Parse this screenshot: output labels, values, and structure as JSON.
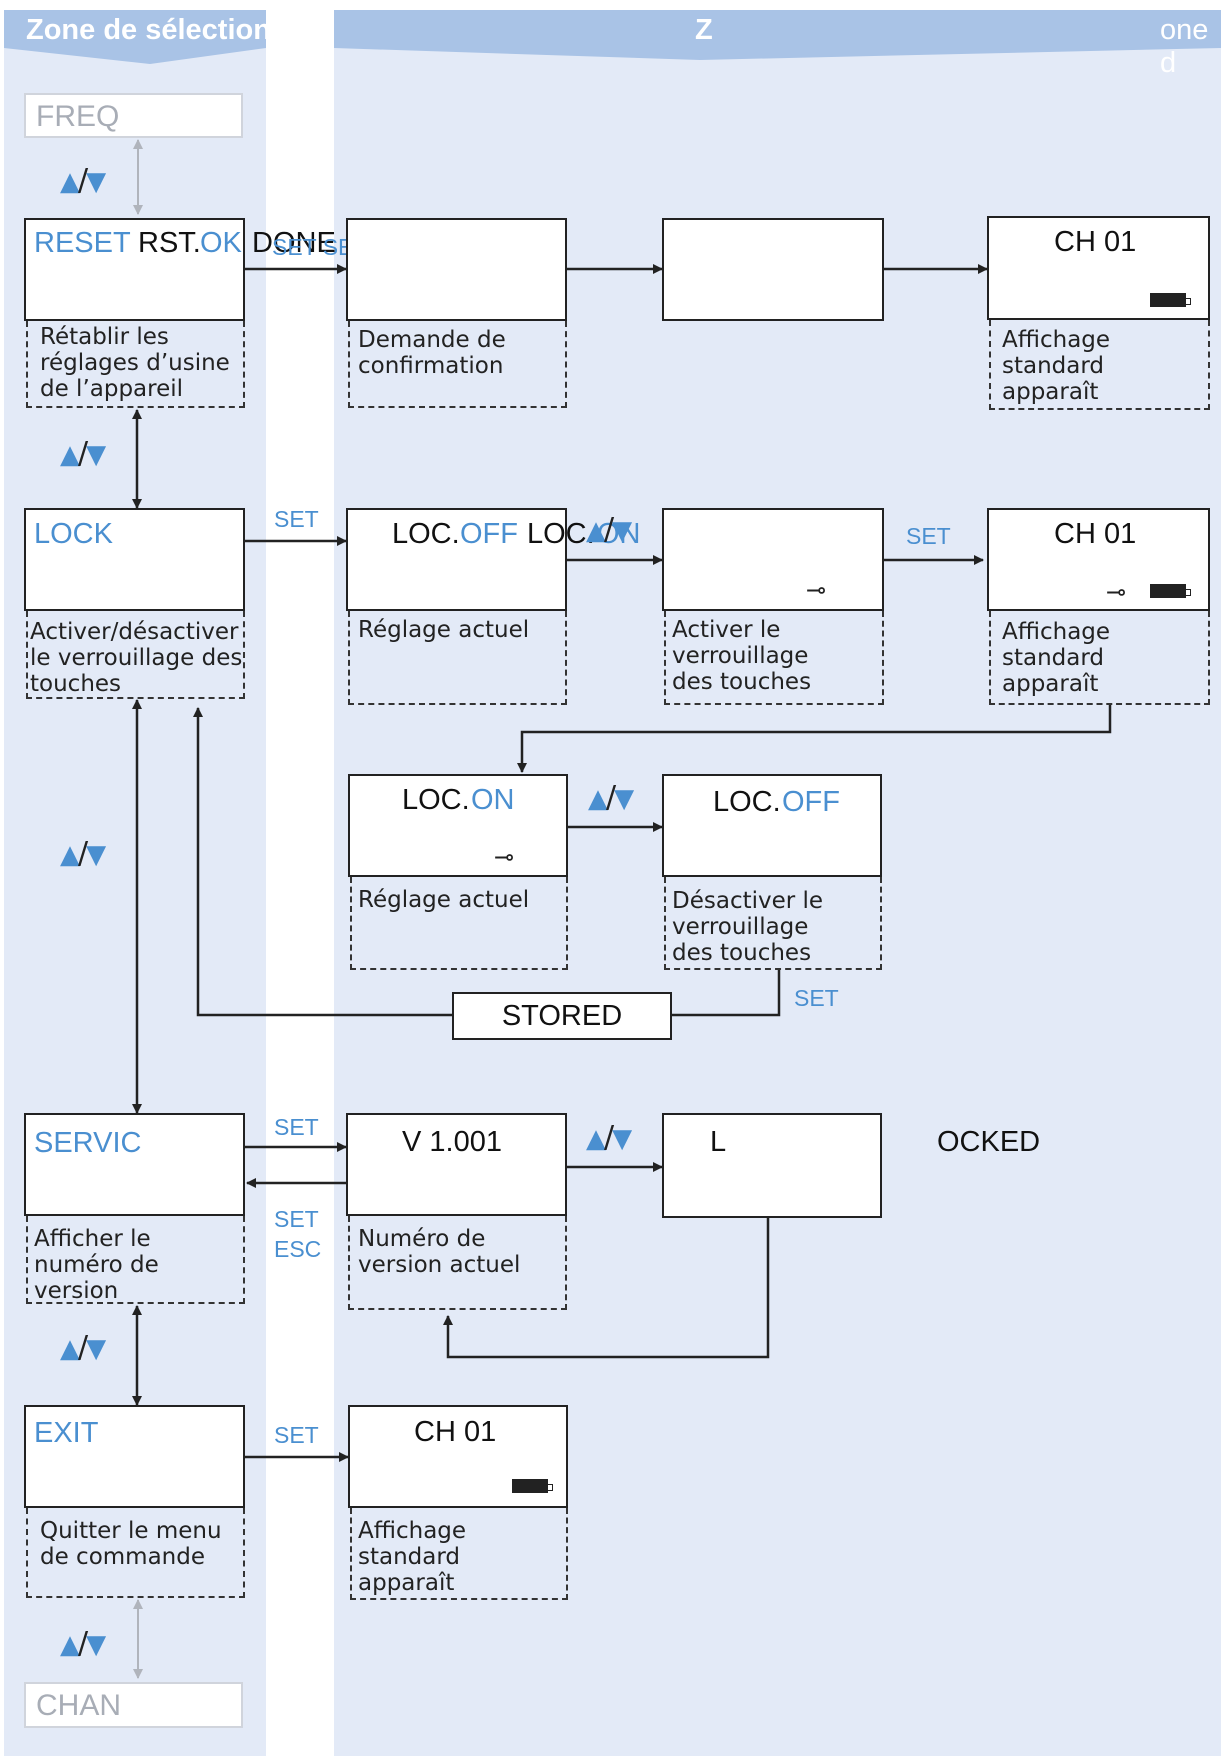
{
  "header": {
    "left": "Zone de sélection",
    "middle": "Z",
    "right": "one d"
  },
  "nav": {
    "freq": "FREQ",
    "chan": "CHAN",
    "updown_up": "▲",
    "updown_sep": "/",
    "updown_down": "▼"
  },
  "reset": {
    "label": "RESET",
    "display_a": "RST.",
    "display_b": "OK",
    "display_c": "DONE",
    "overlap_set": "SET SET",
    "caption_1": "Rétablir les",
    "caption_2": "réglages d’usine",
    "caption_3": "de l’appareil",
    "confirm_1": "Demande de",
    "confirm_2": "confirmation",
    "std_ch": "CH  01",
    "std_1": "Affichage",
    "std_2": "standard",
    "std_3": "apparaît"
  },
  "lock": {
    "label": "LOCK",
    "set": "SET",
    "caption_1": "Activer/désactiver",
    "caption_2": "le verrouillage des",
    "caption_3": "touches",
    "display_loc": "LOC.",
    "display_off": "OFF",
    "display_loc2": "LOC.",
    "display_on": "ON",
    "current_1": "Réglage actuel",
    "activate_1": "Activer le",
    "activate_2": "verrouillage",
    "activate_3": "des touches",
    "set2": "SET",
    "std_ch": "CH  01",
    "std_1": "Affichage",
    "std_2": "standard",
    "std_3": "apparaît",
    "on_loc": "LOC.",
    "on_on": "ON",
    "on_current": "Réglage actuel",
    "off_loc": "LOC.",
    "off_off": "OFF",
    "deact_1": "Désactiver le",
    "deact_2": "verrouillage",
    "deact_3": "des touches",
    "set3": "SET",
    "stored": "STORED"
  },
  "service": {
    "label": "SERVIC",
    "set": "SET",
    "set_esc_1": "SET",
    "set_esc_2": "ESC",
    "caption_1": "Afficher le",
    "caption_2": "numéro de",
    "caption_3": "version",
    "version": "V 1.001",
    "ver_1": "Numéro de",
    "ver_2": "version actuel",
    "l_box": "L",
    "locked": "OCKED"
  },
  "exit": {
    "label": "EXIT",
    "set": "SET",
    "caption_1": "Quitter le menu",
    "caption_2": "de commande",
    "std_ch": "CH  01",
    "std_1": "Affichage",
    "std_2": "standard",
    "std_3": "apparaît"
  },
  "colors": {
    "background_zone": "#e3eaf7",
    "header": "#a9c3e6",
    "accent": "#4a8fd0"
  },
  "icons": [
    "up-down-arrows-icon",
    "key-icon",
    "battery-icon"
  ]
}
